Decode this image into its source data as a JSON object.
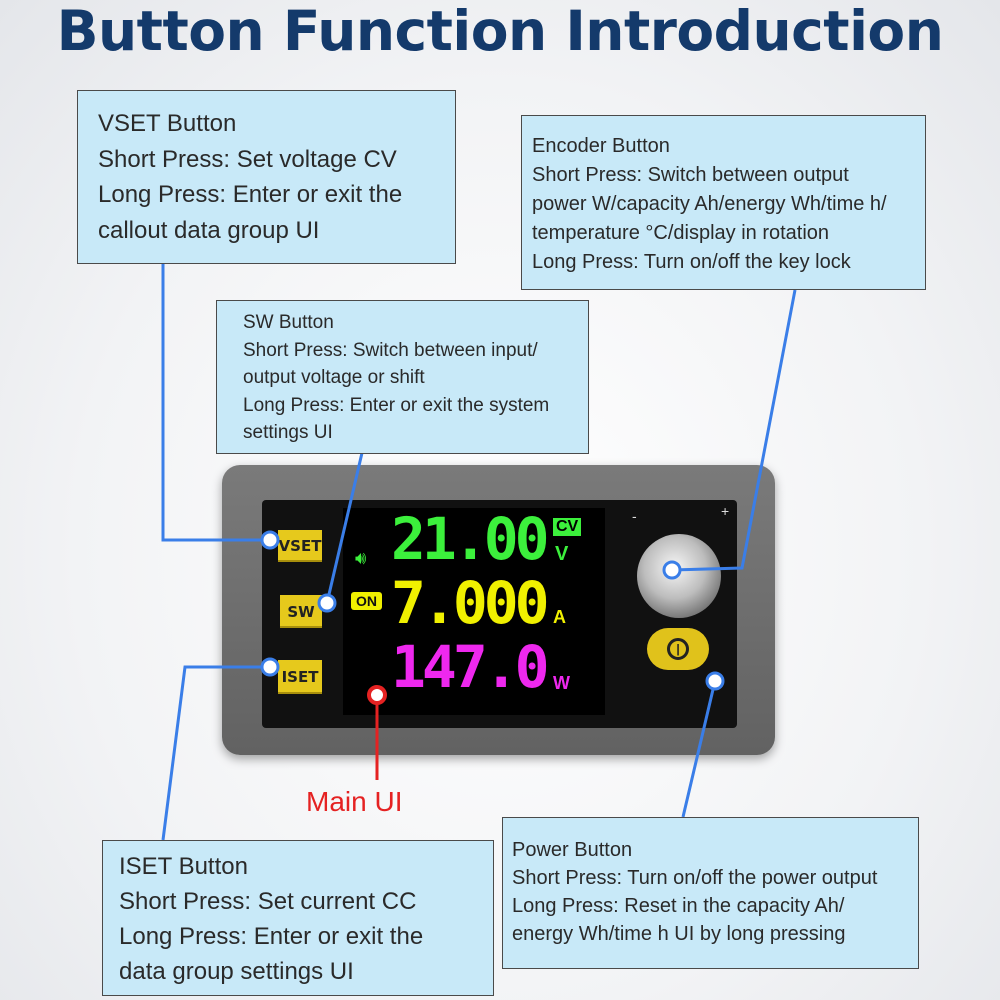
{
  "title": "Button Function Introduction",
  "callouts": {
    "vset": [
      "VSET Button",
      "Short Press: Set voltage CV",
      "Long Press: Enter or exit the",
      "callout data group UI"
    ],
    "encoder": [
      "Encoder Button",
      "Short Press: Switch between output",
      "power W/capacity Ah/energy Wh/time h/",
      "temperature °C/display in rotation",
      "Long Press: Turn on/off the key lock"
    ],
    "sw": [
      "SW Button",
      "Short Press: Switch between input/",
      "output voltage or shift",
      "Long Press: Enter or exit the system",
      "settings UI"
    ],
    "iset": [
      "ISET Button",
      "Short Press: Set current CC",
      "Long Press: Enter or exit the",
      "data group settings UI"
    ],
    "power": [
      "Power Button",
      "Short Press: Turn on/off the power output",
      "Long Press: Reset in the capacity Ah/",
      "energy Wh/time h  UI by long pressing"
    ]
  },
  "device": {
    "buttons": {
      "vset": "VSET",
      "sw": "SW",
      "iset": "ISET"
    },
    "screen": {
      "voltage": "21.00",
      "voltage_unit": "V",
      "mode": "CV",
      "current": "7.000",
      "current_unit": "A",
      "power": "147.0",
      "power_unit": "W",
      "status": "ON",
      "sound_icon": "speaker-icon"
    },
    "knob_minus": "-",
    "knob_plus": "+"
  },
  "main_ui_label": "Main UI",
  "colors": {
    "title": "#143a6b",
    "callout_bg": "#c8e9f8",
    "leader": "#3a7ee8",
    "main_ui": "#e52222",
    "voltage": "#3cf03c",
    "current": "#f0f000",
    "power": "#ee28ee",
    "button": "#e6c91c"
  }
}
